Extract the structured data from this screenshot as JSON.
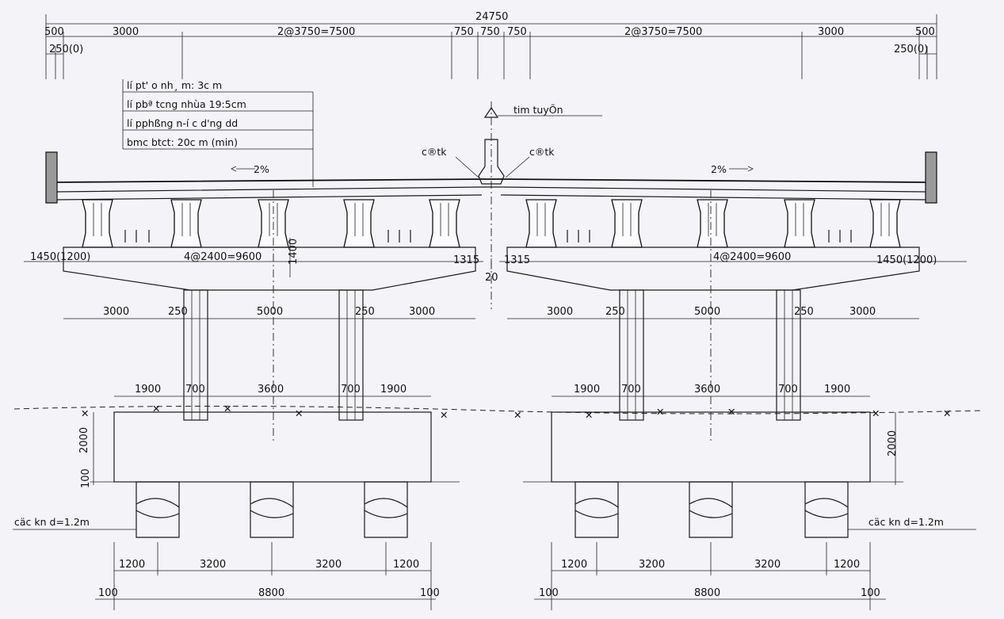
{
  "top_dims": {
    "overall": "24750",
    "left": [
      "500",
      "3000",
      "2@3750=7500",
      "750",
      "750",
      "750",
      "2@3750=7500",
      "3000",
      "500"
    ],
    "left_sub": "250(0)",
    "right_sub": "250(0)"
  },
  "layers": [
    "lí pt' o nh¸ m: 3c m",
    "lí pbª tcng nhùa 19:5cm",
    "lí pphßng n-í c d'ng dd",
    "bmc btct: 20c m (min)"
  ],
  "labels": {
    "centerline": "tim tuyÕn",
    "crown_left": "c®tk",
    "crown_right": "c®tk",
    "slope_left": "2%",
    "slope_right": "2%",
    "pile_left": "cäc kn d=1.2m",
    "pile_right": "cäc kn d=1.2m"
  },
  "cap_dims": {
    "left_overhang": "1450(1200)",
    "left_spacing": "4@2400=9600",
    "cap_height": "1400",
    "left_edge": "1315",
    "gap": "20",
    "right_edge": "1315",
    "right_spacing": "4@2400=9600",
    "right_overhang": "1450(1200)"
  },
  "pier_dims": {
    "left": [
      "3000",
      "250",
      "5000",
      "250",
      "3000"
    ],
    "right": [
      "3000",
      "250",
      "5000",
      "250",
      "3000"
    ]
  },
  "column_dims": {
    "left": [
      "1900",
      "700",
      "3600",
      "700",
      "1900"
    ],
    "right": [
      "1900",
      "700",
      "3600",
      "700",
      "1900"
    ]
  },
  "footing_dims": {
    "height_left": "2000",
    "bottom_left": "100",
    "height_right": "2000"
  },
  "pile_dims": {
    "left_spacing": [
      "1200",
      "3200",
      "3200",
      "1200"
    ],
    "left_total": "8800",
    "left_ends": [
      "100",
      "100"
    ],
    "right_spacing": [
      "1200",
      "3200",
      "3200",
      "1200"
    ],
    "right_total": "8800",
    "right_ends": [
      "100",
      "100"
    ]
  }
}
